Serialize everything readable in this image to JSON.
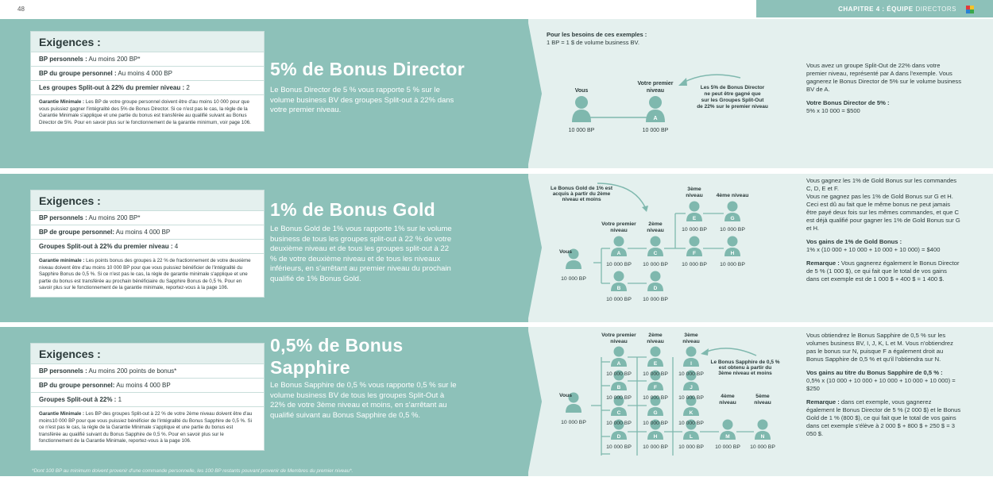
{
  "page_number": "48",
  "chapter": {
    "label": "CHAPITRE 4 :",
    "bold": "ÉQUIPE",
    "dim": "DIRECTORS"
  },
  "director": {
    "req_title": "Exigences :",
    "rows": [
      {
        "b": "BP personnels :",
        "t": " Au moins 200 BP*"
      },
      {
        "b": "BP du groupe personnel :",
        "t": " Au moins 4 000 BP"
      },
      {
        "b": "Les groupes Split-out à 22% du premier niveau :",
        "t": " 2"
      }
    ],
    "note_b": "Garantie Minimale :",
    "note_t": " Les BP de votre groupe personnel doivent être d'au moins 10 000 pour que vous puissiez gagner l'intégralité des 5% de Bonus Director. Si ce n'est pas le cas, la règle de la Garantie Minimale s'applique et une partie du bonus est transférée au qualifié suivant au Bonus Director de 5%. Pour en savoir plus sur le fonctionnement de la garantie minimum, voir page 106.",
    "title": "5% de Bonus Director",
    "desc": "Le Bonus Director de 5 % vous rapporte 5 % sur le volume business BV des groupes Split-out à 22% dans votre premier niveau.",
    "example_b": "Pour les besoins de ces exemples :",
    "example_t": "1 BP = 1 $ de volume business BV.",
    "d_vous": "Vous",
    "d_premier": "Votre premier niveau",
    "d_a": "A",
    "d_bp": "10 000 BP",
    "d_callout": "Les 5% de Bonus Director ne peut être gagné que sur les Groupes Split-Out de 22% sur le premier niveau",
    "r_p1": "Vous avez un groupe Split-Out de 22% dans votre premier niveau, représenté par A dans l'exemple. Vous gagnerez le Bonus Director de 5% sur le volume business BV de A.",
    "r_h": "Votre Bonus Director de 5% :",
    "r_calc": "5% x 10 000 = $500"
  },
  "gold": {
    "req_title": "Exigences :",
    "rows": [
      {
        "b": "BP personnels :",
        "t": " Au moins 200 BP*"
      },
      {
        "b": "BP de groupe personnel:",
        "t": " Au moins 4 000 BP"
      },
      {
        "b": "Groupes Split-out à 22% du premier niveau :",
        "t": " 4"
      }
    ],
    "note_b": "Garantie minimale :",
    "note_t": " Les points bonus des groupes à 22 % de fractionnement de votre deuxième niveau doivent être d'au moins 10 000 BP pour que vous puissiez bénéficier de l'intégralité du Sapphire Bonus de 0,5 %. Si ce n'est pas le cas, la règle de garantie minimale s'applique et une partie du bonus est transférée au prochain bénéficiaire du Sapphire Bonus de 0,5 %. Pour en savoir plus sur le fonctionnement de la garantie minimale, reportez-vous à la page 106.",
    "title": "1% de Bonus Gold",
    "desc": "Le Bonus Gold de 1% vous rapporte 1% sur le volume business de tous les groupes split-out à 22 % de votre deuxième niveau et de tous les groupes split-out à 22 % de votre deuxième niveau et de tous les niveaux inférieurs, en s'arrêtant au premier niveau du prochain qualifié de 1% Bonus Gold.",
    "d_callout": "Le Bonus Gold de 1% est acquis à partir du 2ème niveau et moins",
    "d_vous": "Vous",
    "d_vous_bp": "10 000 BP",
    "d_lvl1": "Votre premier niveau",
    "d_lvl2": "2ème niveau",
    "d_lvl3": "3ème niveau",
    "d_lvl4": "4ème niveau",
    "d_bp": "10 000 BP",
    "letters": [
      "A",
      "B",
      "C",
      "D",
      "E",
      "F",
      "G",
      "H"
    ],
    "r_p1": "Vous gagnez les 1% de Gold Bonus sur les commandes C, D, E et F.",
    "r_p2": "Vous ne gagnez pas les 1% de Gold Bonus sur G et H. Ceci est dû au fait que le même bonus ne peut jamais être payé deux fois sur les mêmes commandes, et que C est déjà qualifié pour gagner les 1% de Gold Bonus sur G et H.",
    "r_h": "Vos gains de 1% de Gold Bonus :",
    "r_calc": "1% x (10 000 + 10 000 + 10 000 + 10 000) = $400",
    "r_rem_b": "Remarque :",
    "r_rem_t": " Vous gagnerez également le Bonus Director de 5 % (1 000 $), ce qui fait que le total de vos gains dans cet exemple est de 1 000 $ + 400 $ = 1 400 $."
  },
  "sapphire": {
    "req_title": "Exigences :",
    "rows": [
      {
        "b": "BP personnels :",
        "t": " Au moins 200 points de bonus*"
      },
      {
        "b": "BP du groupe personnel:",
        "t": " Au moins 4 000 BP"
      },
      {
        "b": "Groupes Split-out à 22% :",
        "t": " 1"
      }
    ],
    "note_b": "Garantie Minimale :",
    "note_t": " Les BP des groupes Split-out à 22 % de votre 2ème niveau doivent être d'au moins10 000 BP pour que vous puissiez bénéficier de l'intégralité du Bonus Sapphire de 0,5 %. Si ce n'est pas le cas, la règle de la Garantie Minimale s'applique et une partie du bonus est transférée au qualifié suivant du Bonus Sapphire de 0,5 %. Pour en savoir plus sur le fonctionnement de la Garantie Minimale, reportez-vous à la page 106.",
    "title_l1": "0,5% de Bonus",
    "title_l2": "Sapphire",
    "desc": "Le Bonus Sapphire de 0,5 % vous rapporte 0,5 % sur le volume business BV de tous les groupes Split-Out à 22% de votre 3ème niveau et moins, en s'arrêtant au qualifié suivant au Bonus Sapphire de 0,5 %.",
    "d_lvl1": "Votre premier niveau",
    "d_lvl2": "2ème niveau",
    "d_lvl3": "3ème niveau",
    "d_lvl4": "4ème niveau",
    "d_lvl5": "5ème niveau",
    "d_vous": "Vous",
    "d_vous_bp": "10 000 BP",
    "d_bp": "10 000 BP",
    "d_callout": "Le Bonus Sapphire de 0,5 % est obtenu à partir du 3ème niveau et moins",
    "letters": [
      "A",
      "B",
      "C",
      "D",
      "E",
      "F",
      "G",
      "H",
      "I",
      "J",
      "K",
      "L",
      "M",
      "N"
    ],
    "r_p1": "Vous obtiendrez le Bonus Sapphire de 0,5 % sur les volumes business BV, I, J, K, L et M. Vous n'obtiendrez pas le bonus sur N, puisque F a également droit au Bonus Sapphire de 0,5 % et qu'il l'obtiendra sur N.",
    "r_h": "Vos gains au titre du Bonus Sapphire de 0,5 % :",
    "r_calc": "0,5% x (10 000 + 10 000 + 10 000 + 10 000 + 10 000) = $250",
    "r_rem_b": "Remarque :",
    "r_rem_t": " dans cet exemple, vous gagnerez également le Bonus Director de 5 % (2 000 $) et le Bonus Gold de 1 % (800 $), ce qui fait que le total de vos gains dans cet exemple s'élève à 2 000 $ + 800 $ + 250 $ = 3 050 $."
  },
  "footnote": "*Dont 100 BP au minimum doivent provenir d'une commande personnelle, les 100 BP restants pouvant provenir de Membres du premier niveau*.",
  "colors": {
    "teal": "#8dc1b9",
    "light": "#e4f0ee",
    "person": "#7fb8ae"
  }
}
